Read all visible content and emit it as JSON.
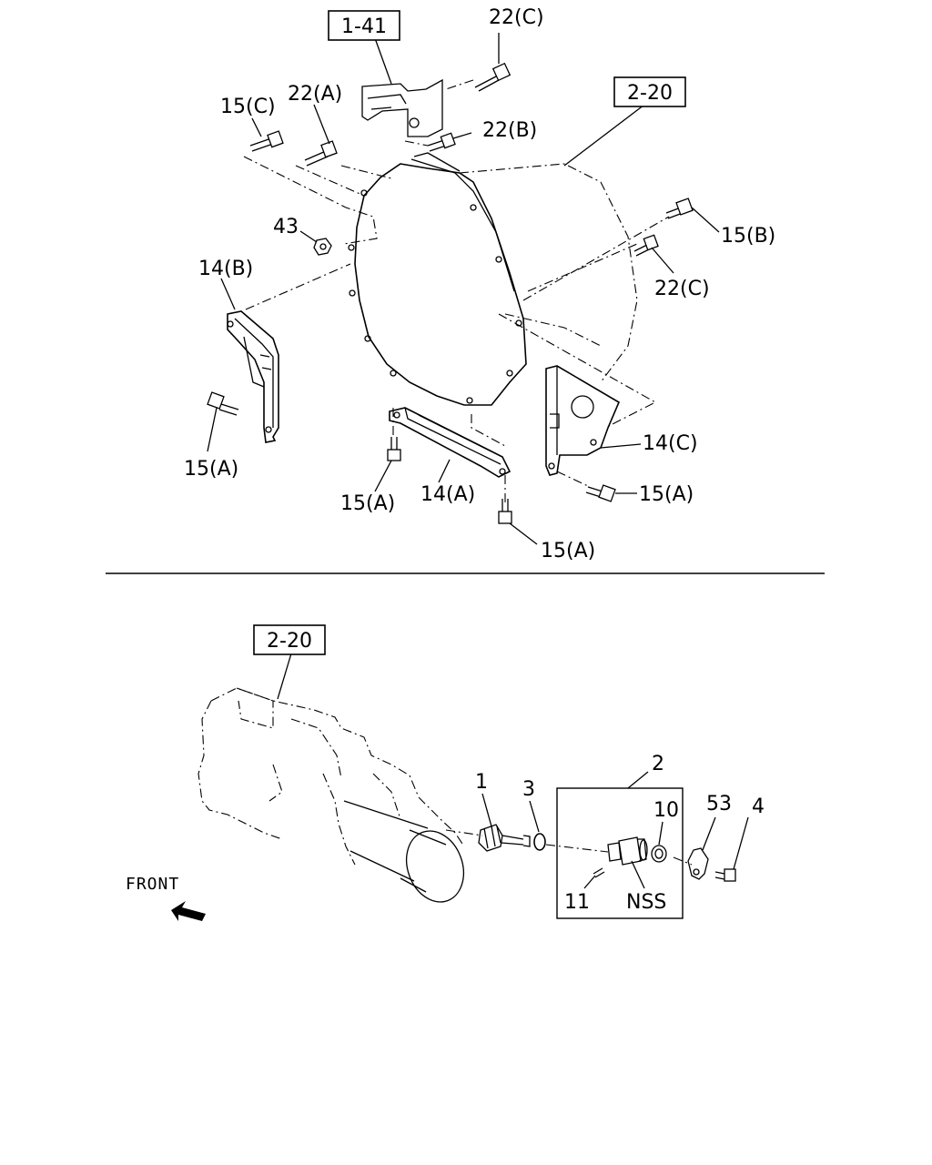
{
  "ref_boxes": {
    "top_bracket_ref": "1-41",
    "top_trans_ref": "2-20",
    "bottom_trans_ref": "2-20"
  },
  "labels": {
    "l_22c_top": "22(C)",
    "l_22a": "22(A)",
    "l_15c": "15(C)",
    "l_22b": "22(B)",
    "l_43": "43",
    "l_15b": "15(B)",
    "l_22c_right": "22(C)",
    "l_14b": "14(B)",
    "l_15a_left": "15(A)",
    "l_15a_mid": "15(A)",
    "l_14a": "14(A)",
    "l_14c": "14(C)",
    "l_15a_right": "15(A)",
    "l_15a_bottom": "15(A)",
    "l_2": "2",
    "l_1": "1",
    "l_3": "3",
    "l_10": "10",
    "l_53": "53",
    "l_4": "4",
    "l_11": "11",
    "l_nss": "NSS",
    "front": "FRONT"
  }
}
